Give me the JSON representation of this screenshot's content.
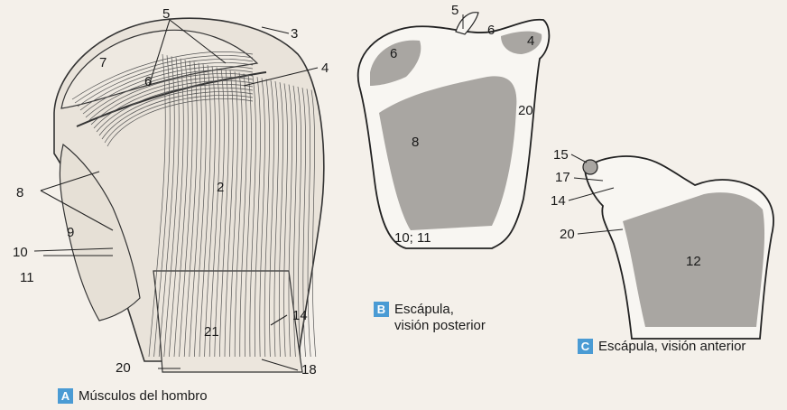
{
  "panels": {
    "a": {
      "badge": "A",
      "caption": "Músculos del hombro"
    },
    "b": {
      "badge": "B",
      "caption_line1": "Escápula,",
      "caption_line2": "visión posterior"
    },
    "c": {
      "badge": "C",
      "caption": "Escápula, visión anterior"
    }
  },
  "labels_a": {
    "l5": "5",
    "l3": "3",
    "l7": "7",
    "l6": "6",
    "l4": "4",
    "l2": "2",
    "l8": "8",
    "l9": "9",
    "l10": "10",
    "l11": "11",
    "l21": "21",
    "l20": "20",
    "l14": "14",
    "l18": "18"
  },
  "labels_b": {
    "l5": "5",
    "l6a": "6",
    "l4": "4",
    "l6": "6",
    "l20": "20",
    "l8": "8",
    "l1011": "10; 11"
  },
  "labels_c": {
    "l15": "15",
    "l17": "17",
    "l14": "14",
    "l20": "20",
    "l12": "12"
  },
  "colors": {
    "region_gray": "#a9a6a2",
    "bone_fill": "#f8f6f2",
    "badge": "#4a9bd4"
  }
}
